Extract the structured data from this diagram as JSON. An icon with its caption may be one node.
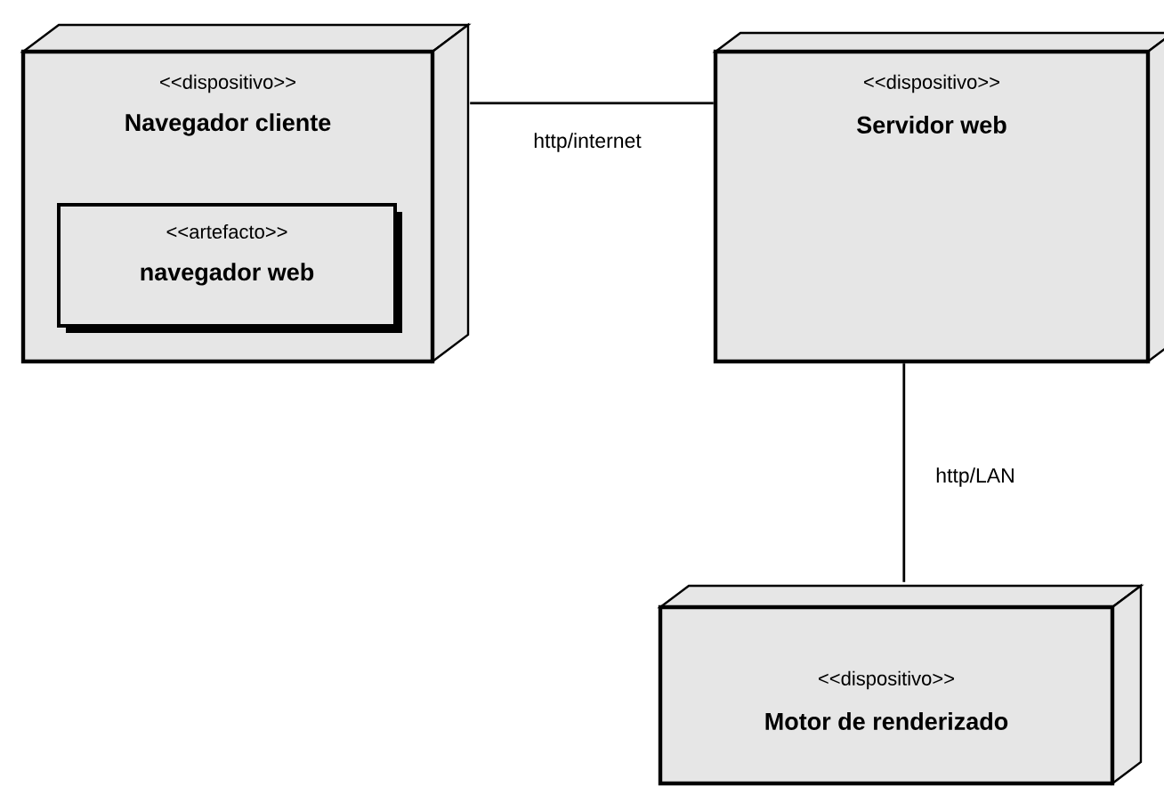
{
  "diagram": {
    "nodes": [
      {
        "text": [
          "<<dispositivo>>",
          "Navegador cliente"
        ]
      },
      {
        "text": [
          "<<artefacto>>",
          "navegador web"
        ],
        "in": 0
      },
      {
        "text": [
          "<<dispositivo>>",
          "Servidor web"
        ]
      },
      {
        "text": [
          "<<dispositivo>>",
          "Motor de renderizado"
        ]
      }
    ],
    "edges": [
      {
        "from": 0,
        "to": 2,
        "arrow": "none",
        "label": "http/internet"
      },
      {
        "from": 2,
        "to": 3,
        "arrow": "none",
        "label": "http/LAN"
      }
    ]
  }
}
